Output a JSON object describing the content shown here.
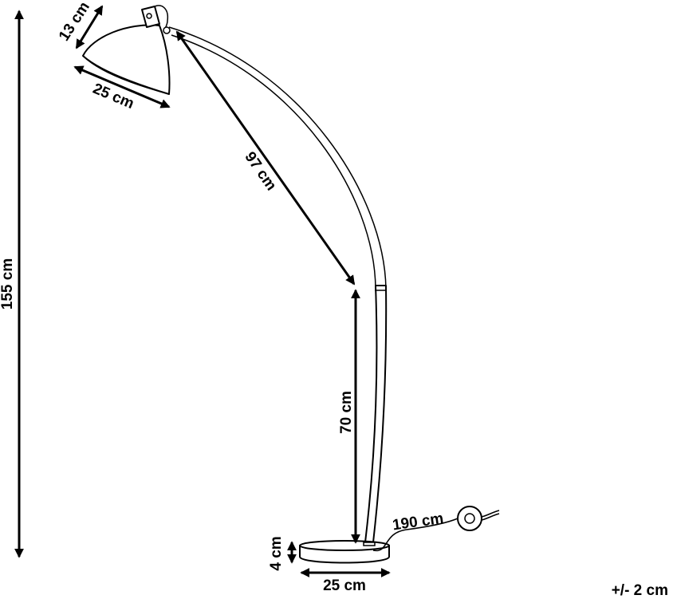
{
  "colors": {
    "ink": "#000000",
    "background": "#ffffff"
  },
  "dimensions": {
    "total_height": "155 cm",
    "shade_height": "13 cm",
    "shade_diameter": "25 cm",
    "arm_length": "97 cm",
    "pole_height": "70 cm",
    "cable_length": "190 cm",
    "base_height": "4 cm",
    "base_diameter": "25 cm",
    "tolerance": "+/- 2 cm"
  }
}
